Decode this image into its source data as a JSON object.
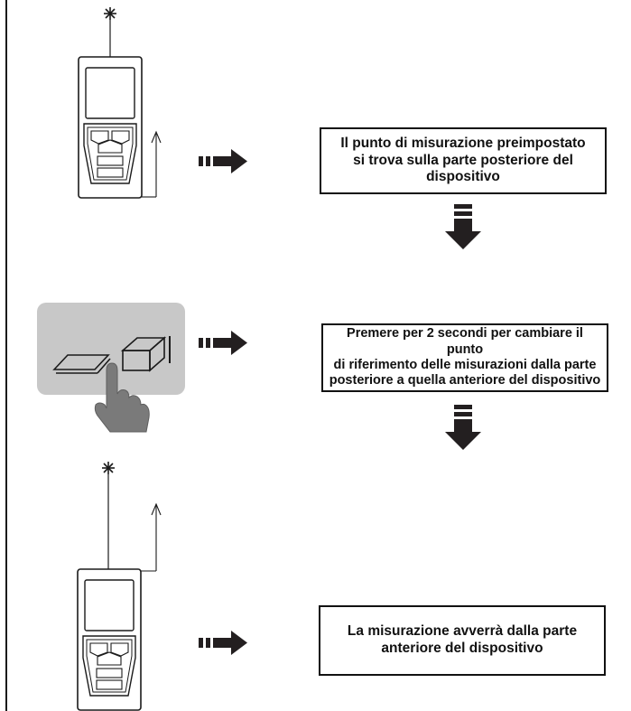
{
  "steps": [
    {
      "text": "Il punto di misurazione preimpostato\nsi trova sulla parte posteriore del\ndispositivo"
    },
    {
      "text": "Premere per 2 secondi per cambiare il punto\ndi riferimento delle misurazioni dalla parte\nposteriore a quella anteriore del dispositivo"
    },
    {
      "text": "La misurazione avverrà dalla parte\nanteriore del dispositivo"
    }
  ],
  "colors": {
    "ink": "#1a1a1a",
    "arrow": "#231f20",
    "button_bg": "#c8c8c8",
    "hand": "#7a7a7a"
  },
  "icons": [
    "laser-star-icon",
    "rangefinder-device-icon",
    "thick-arrow-right-icon",
    "arrow-down-icon",
    "reference-toggle-button-icon",
    "hand-pointer-icon",
    "measure-direction-arrow-icon"
  ]
}
